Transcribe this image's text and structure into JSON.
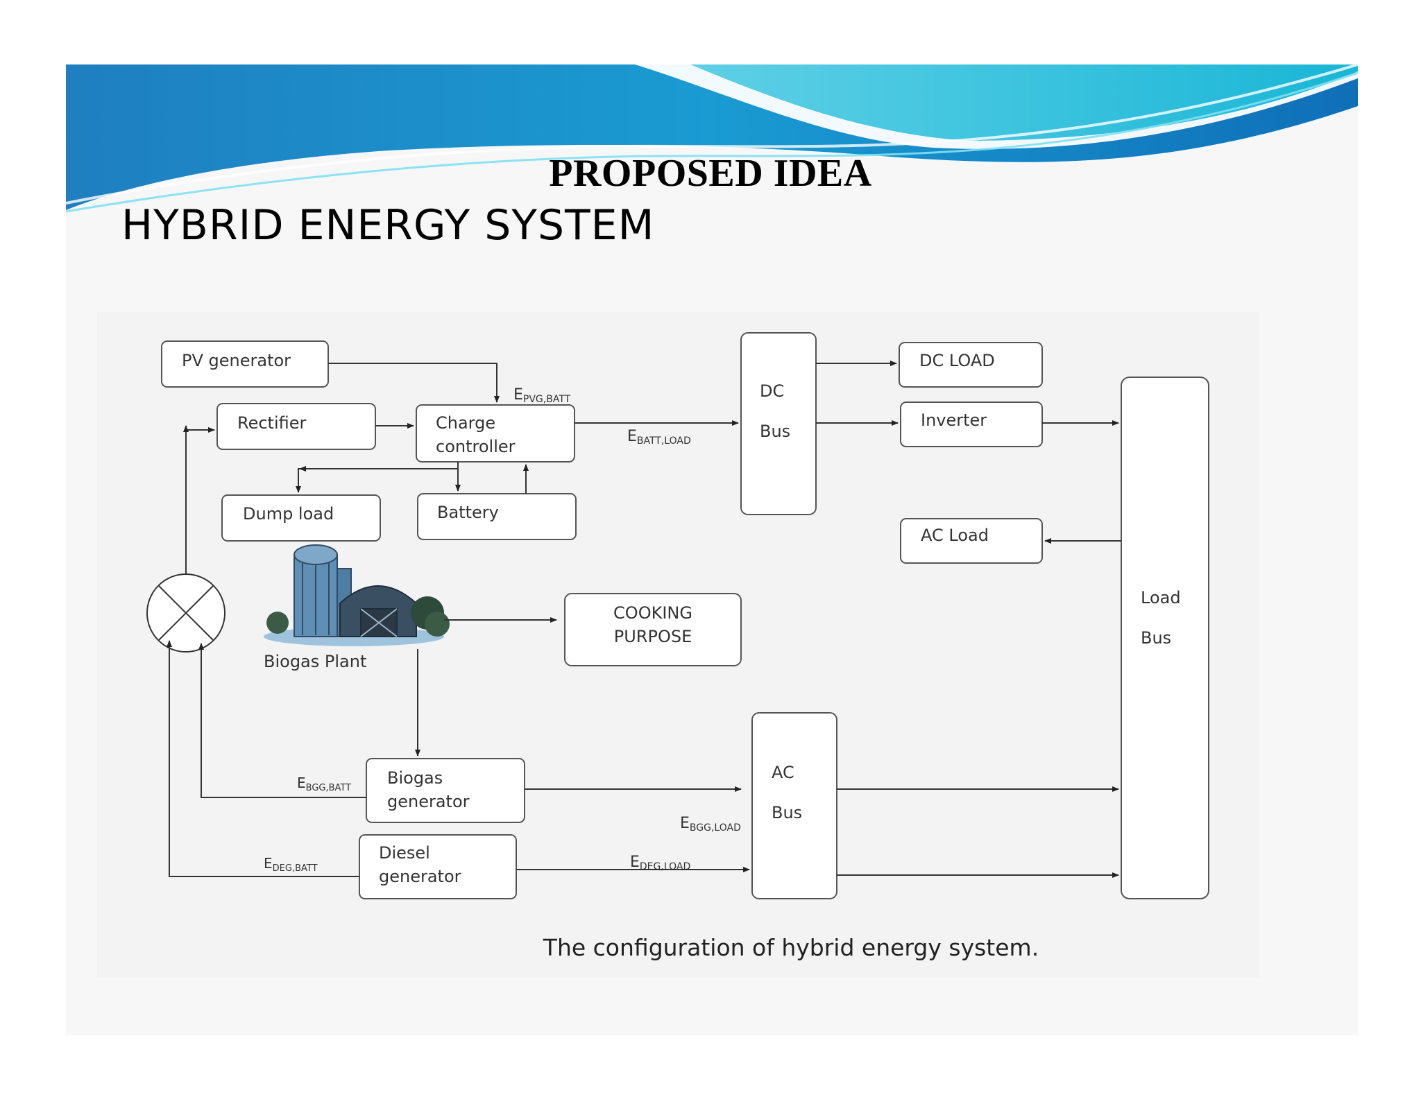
{
  "slide": {
    "title": "PROPOSED IDEA",
    "subtitle": "HYBRID ENERGY SYSTEM"
  },
  "diagram": {
    "caption": "The configuration of hybrid energy system.",
    "blocks": {
      "pv_generator": "PV generator",
      "rectifier": "Rectifier",
      "charge_controller": [
        "Charge",
        "controller"
      ],
      "dump_load": "Dump load",
      "battery": "Battery",
      "dc_bus": [
        "DC",
        "Bus"
      ],
      "dc_load": "DC LOAD",
      "inverter": "Inverter",
      "ac_load": "AC Load",
      "load_bus": [
        "Load",
        "Bus"
      ],
      "cooking_purpose": [
        "COOKING",
        "PURPOSE"
      ],
      "biogas_plant": "Biogas Plant",
      "biogas_generator": [
        "Biogas",
        "generator"
      ],
      "diesel_generator": [
        "Diesel",
        "generator"
      ],
      "ac_bus": [
        "AC",
        "Bus"
      ]
    },
    "energy_labels": {
      "pvg_batt": {
        "main": "E",
        "sub": "PVG,BATT"
      },
      "batt_load": {
        "main": "E",
        "sub": "BATT,LOAD"
      },
      "bgg_batt": {
        "main": "E",
        "sub": "BGG,BATT"
      },
      "bgg_load": {
        "main": "E",
        "sub": "BGG,LOAD"
      },
      "deg_batt": {
        "main": "E",
        "sub": "DEG,BATT"
      },
      "deg_load": {
        "main": "E",
        "sub": "DEG,LOAD"
      }
    }
  }
}
